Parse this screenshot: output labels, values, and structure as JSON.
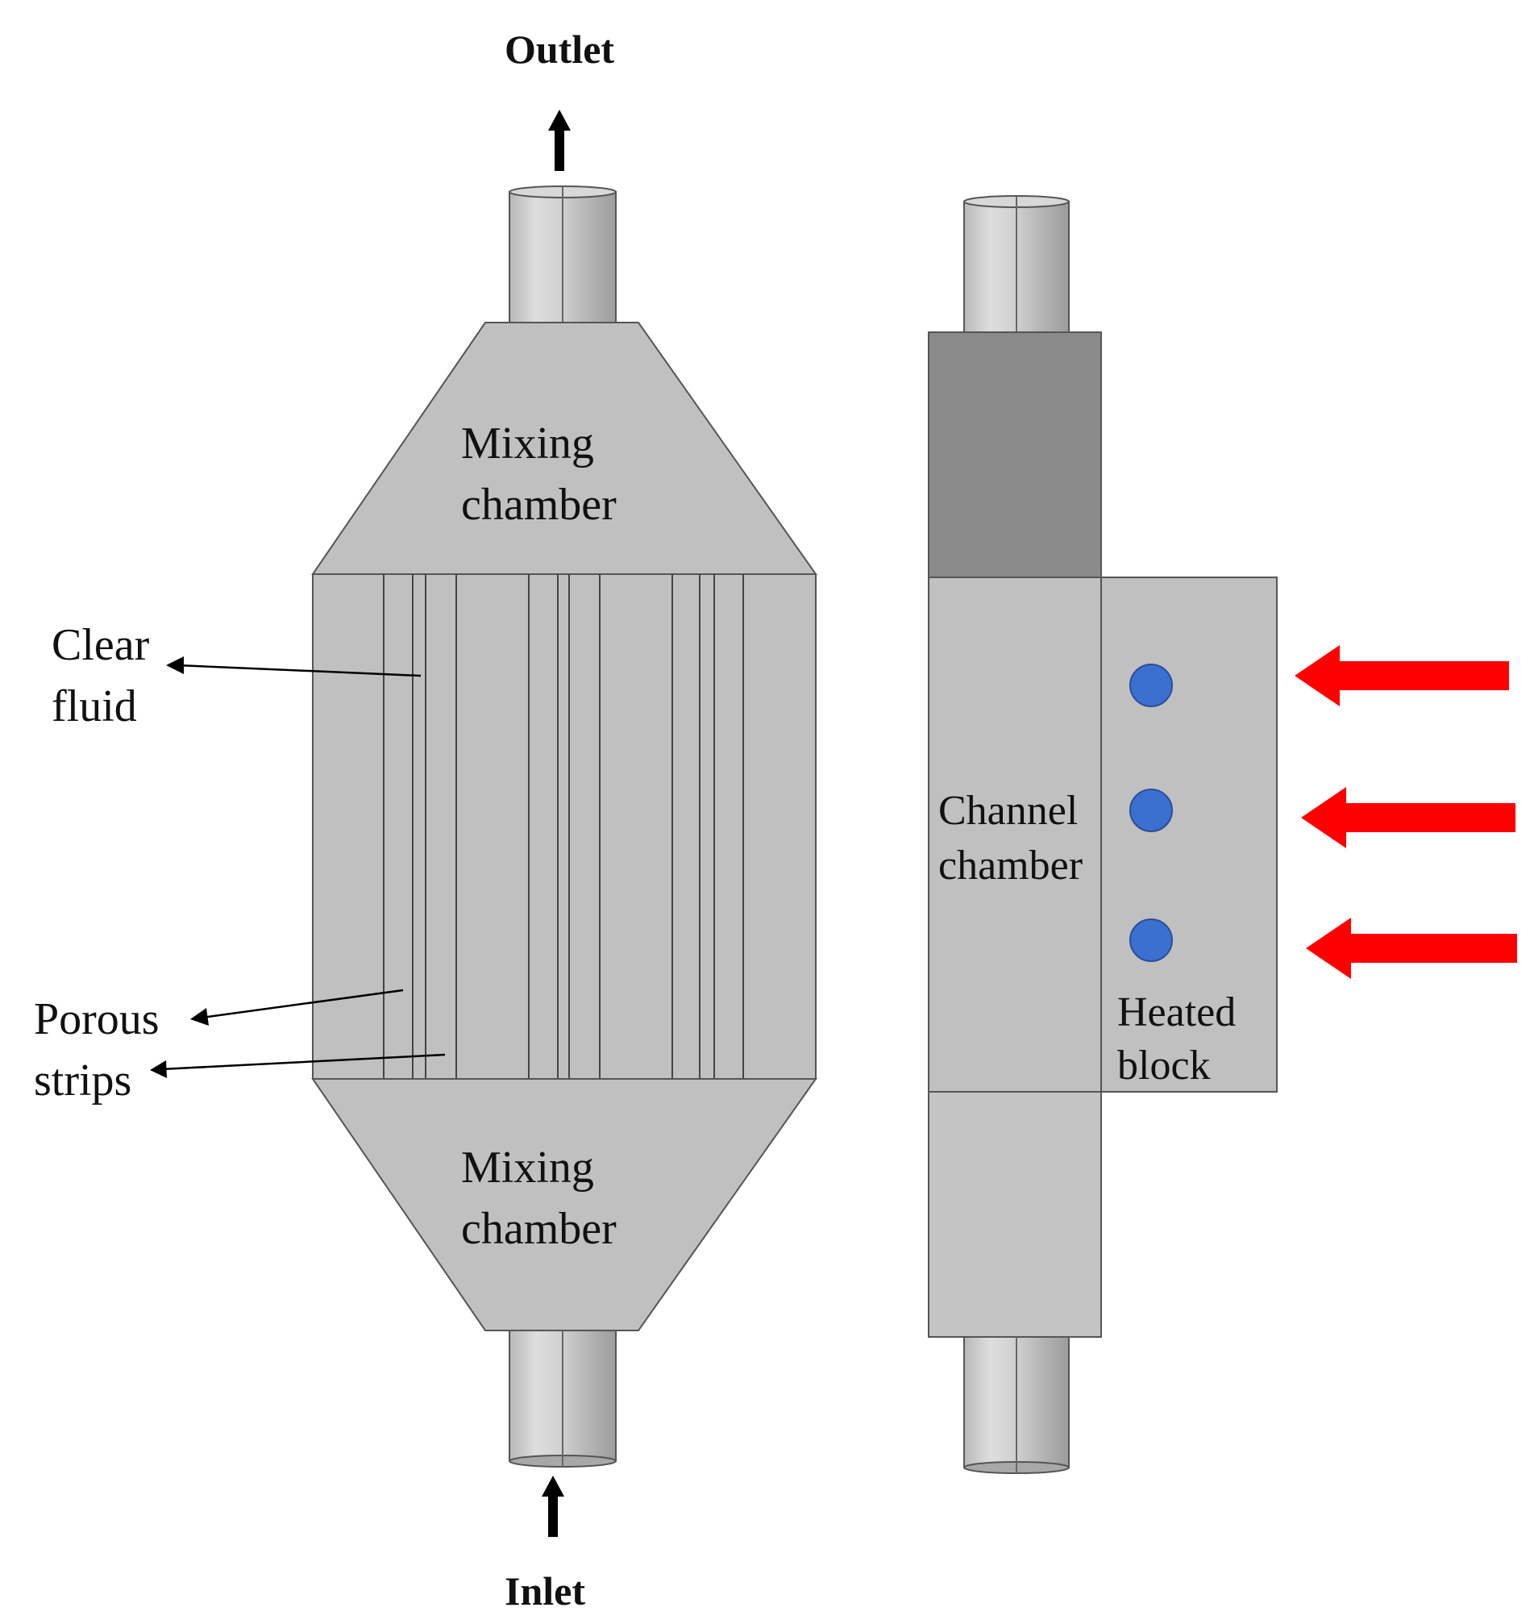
{
  "labels": {
    "outlet": "Outlet",
    "inlet": "Inlet",
    "mixing_top_line1": "Mixing",
    "mixing_top_line2": "chamber",
    "mixing_bottom_line1": "Mixing",
    "mixing_bottom_line2": "chamber",
    "clear_fluid_line1": "Clear",
    "clear_fluid_line2": "fluid",
    "porous_line1": "Porous",
    "porous_line2": "strips",
    "channel_line1": "Channel",
    "channel_line2": "chamber",
    "heated_line1": "Heated",
    "heated_line2": "block"
  },
  "colors": {
    "body_gray": "#c0c0c0",
    "dark_gray": "#8a8a8a",
    "outline": "#333333",
    "pipe_light": "#d4d4d4",
    "pipe_dark": "#a8a8a8",
    "heat_arrow": "#ff0000",
    "sensor_dot": "#3b6fd0",
    "flow_arrow": "#000000"
  },
  "icons": {
    "heat_arrows": "red-left-arrow",
    "sensors": "blue-circle",
    "flow": "black-up-arrow"
  }
}
